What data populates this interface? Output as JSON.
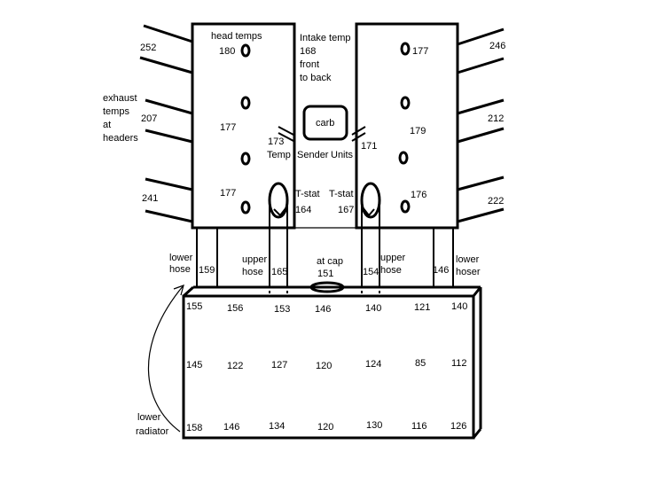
{
  "left_head": {
    "label": "head temps",
    "temps": [
      "180",
      "177",
      "177"
    ]
  },
  "right_head": {
    "temps": [
      "177",
      "179",
      "176"
    ]
  },
  "intake": {
    "lines": [
      "Intake temp",
      "168",
      "front",
      "to back"
    ]
  },
  "carb": {
    "label": "carb"
  },
  "senders": {
    "left_value": "173",
    "right_value": "171",
    "label_temp": "Temp",
    "label_sender": "Sender",
    "label_units": "Units"
  },
  "exhaust": {
    "label_lines": [
      "exhaust",
      "temps",
      "at",
      "headers"
    ],
    "left": [
      "252",
      "207",
      "241"
    ],
    "right": [
      "246",
      "212",
      "222"
    ]
  },
  "tstats": {
    "label": "T-stat",
    "left_value": "164",
    "right_value": "167"
  },
  "hoses": {
    "left_lower_lines": [
      "lower",
      "hose"
    ],
    "left_lower_value": "159",
    "left_upper_lines": [
      "upper",
      "hose"
    ],
    "left_upper_value": "165",
    "cap_label": "at cap",
    "cap_value": "151",
    "right_upper_value": "154",
    "right_upper_lines": [
      "upper",
      "hose"
    ],
    "right_lower_value": "146",
    "right_lower_lines": [
      "lower",
      "hoser"
    ]
  },
  "radiator": {
    "rows": [
      [
        "155",
        "156",
        "153",
        "146",
        "140",
        "121",
        "140"
      ],
      [
        "145",
        "122",
        "127",
        "120",
        "124",
        "85",
        "112"
      ],
      [
        "158",
        "146",
        "134",
        "120",
        "130",
        "116",
        "126"
      ]
    ],
    "lower_label_lines": [
      "lower",
      "radiator"
    ]
  }
}
